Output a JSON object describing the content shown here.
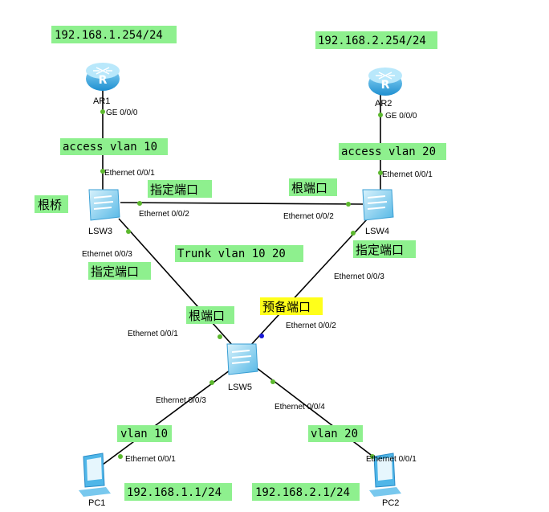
{
  "ip": {
    "ar1": "192.168.1.254/24",
    "ar2": "192.168.2.254/24",
    "pc1": "192.168.1.1/24",
    "pc2": "192.168.2.1/24"
  },
  "devices": {
    "ar1": "AR1",
    "ar2": "AR2",
    "lsw3": "LSW3",
    "lsw4": "LSW4",
    "lsw5": "LSW5",
    "pc1": "PC1",
    "pc2": "PC2"
  },
  "ports": {
    "ar1_ge": "GE 0/0/0",
    "ar2_ge": "GE 0/0/0",
    "lsw3_e1": "Ethernet 0/0/1",
    "lsw3_e2": "Ethernet 0/0/2",
    "lsw3_e3": "Ethernet 0/0/3",
    "lsw4_e1": "Ethernet 0/0/1",
    "lsw4_e2": "Ethernet 0/0/2",
    "lsw4_e3": "Ethernet 0/0/3",
    "lsw5_e1": "Ethernet 0/0/1",
    "lsw5_e2": "Ethernet 0/0/2",
    "lsw5_e3": "Ethernet 0/0/3",
    "lsw5_e4": "Ethernet 0/0/4",
    "pc1_e1": "Ethernet 0/0/1",
    "pc2_e1": "Ethernet 0/0/1"
  },
  "labels": {
    "access10": "access vlan 10",
    "access20": "access vlan 20",
    "trunk": "Trunk vlan 10 20",
    "vlan10": "vlan 10",
    "vlan20": "vlan 20",
    "root_bridge": "根桥",
    "designated_top": "指定端口",
    "root_port_lsw4": "根端口",
    "designated_lsw4": "指定端口",
    "designated_lsw3": "指定端口",
    "root_port_lsw5": "根端口",
    "alternate_port": "预备端口"
  },
  "colors": {
    "label_bg": "#8ef08e",
    "alternate_bg": "#ffff1a",
    "link": "#000000",
    "port_up": "#5cb82e",
    "port_blocked": "#1a1ad6",
    "device_blue": "#4fb6e8"
  }
}
